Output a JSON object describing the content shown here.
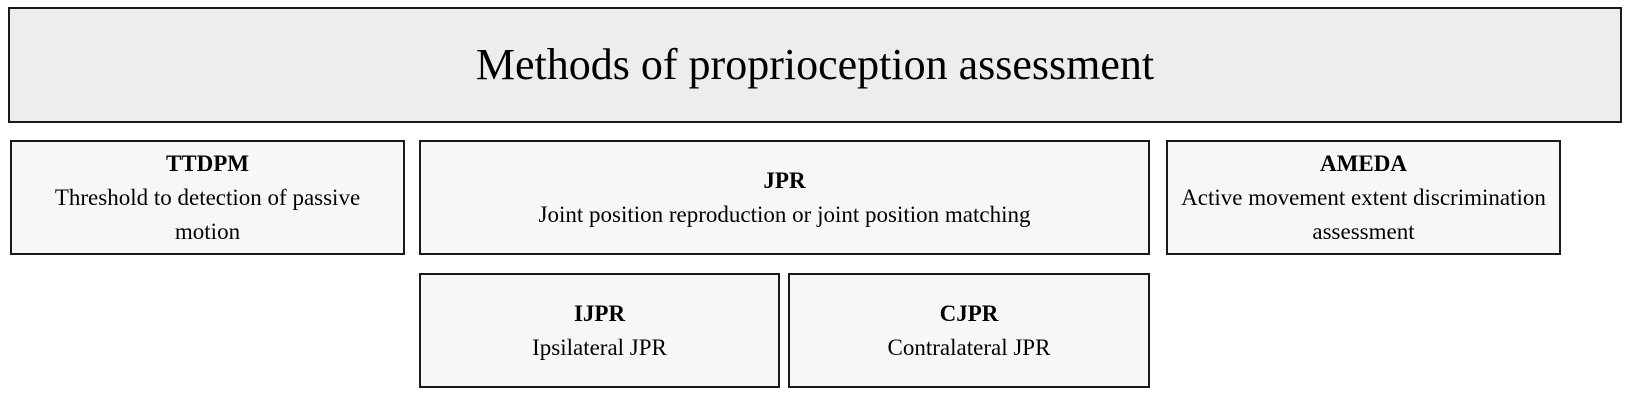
{
  "diagram": {
    "title": "Methods of proprioception assessment",
    "methods": [
      {
        "abbr": "TTDPM",
        "description": "Threshold to detection of passive motion"
      },
      {
        "abbr": "JPR",
        "description": "Joint position reproduction or joint position matching"
      },
      {
        "abbr": "AMEDA",
        "description": "Active movement extent discrimination assessment"
      }
    ],
    "jpr_subtypes": [
      {
        "abbr": "IJPR",
        "description": "Ipsilateral JPR"
      },
      {
        "abbr": "CJPR",
        "description": "Contralateral JPR"
      }
    ]
  }
}
